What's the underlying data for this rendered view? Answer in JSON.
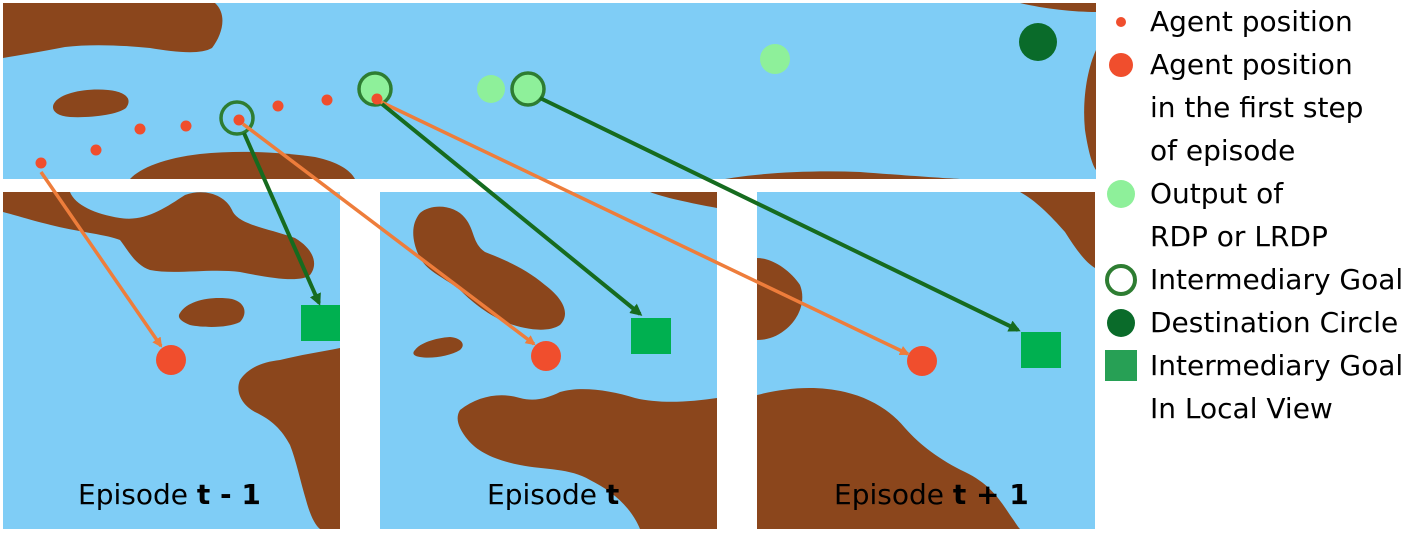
{
  "panels": [
    {
      "prefix": "Episode ",
      "emph": "t - 1"
    },
    {
      "prefix": "Episode ",
      "emph": "t"
    },
    {
      "prefix": "Episode ",
      "emph": "t + 1"
    }
  ],
  "legend": [
    {
      "icon": "small-red-dot-icon",
      "lines": [
        "Agent position"
      ]
    },
    {
      "icon": "red-dot-icon",
      "lines": [
        "Agent position",
        "in the first step",
        "of episode"
      ]
    },
    {
      "icon": "light-green-dot-icon",
      "lines": [
        "Output of",
        "RDP or LRDP"
      ]
    },
    {
      "icon": "green-ring-icon",
      "lines": [
        "Intermediary Goal"
      ]
    },
    {
      "icon": "dark-green-dot-icon",
      "lines": [
        "Destination Circle"
      ]
    },
    {
      "icon": "green-square-icon",
      "lines": [
        "Intermediary Goal",
        "In Local View"
      ]
    }
  ],
  "colors": {
    "water": "#7fcdf6",
    "land": "#8b461c",
    "agent": "#f04e2d",
    "rdp_output": "#8ef09a",
    "goal_ring": "#2e7d32",
    "destination": "#0a6b2a",
    "goal_square": "#00b050",
    "arrow_orange": "#ee7d3b",
    "arrow_green": "#166b1f"
  }
}
